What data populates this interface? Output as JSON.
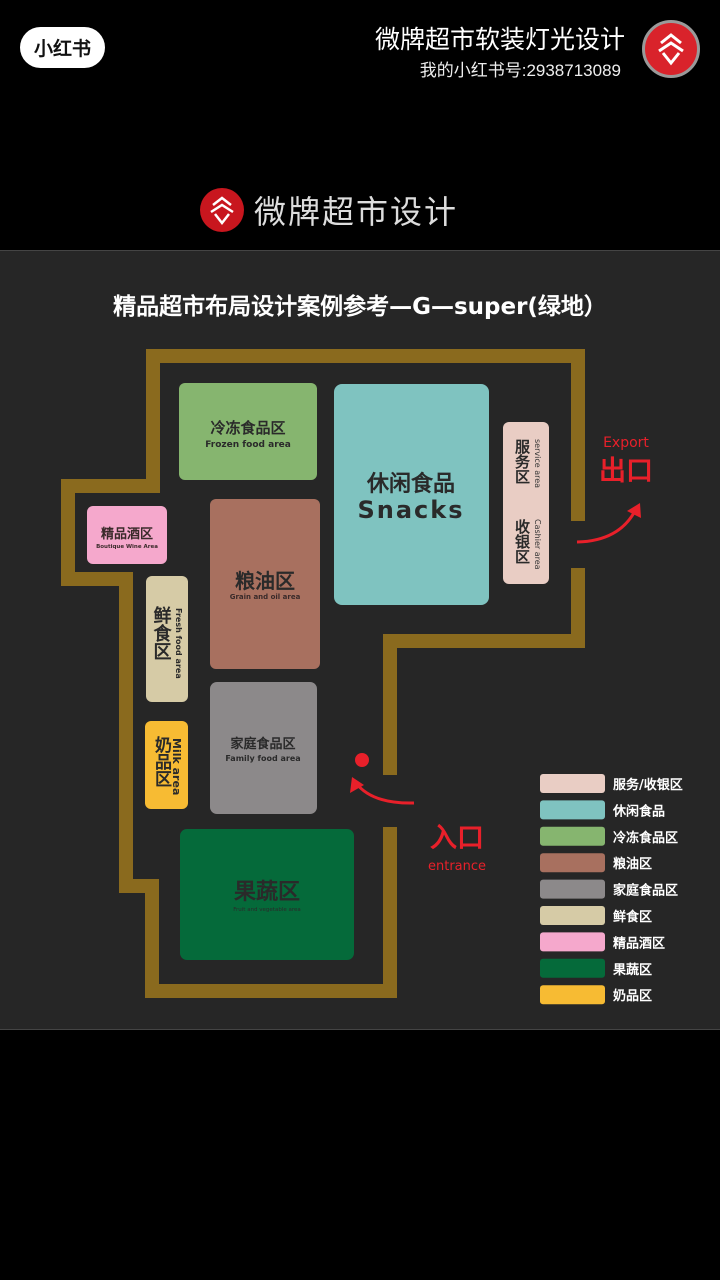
{
  "header": {
    "app_badge": "小红书",
    "title": "微牌超市软装灯光设计",
    "subtitle": "我的小红书号:2938713089",
    "avatar_icon": "weipai-logo-icon"
  },
  "brand": {
    "logo_icon": "weipai-logo-icon",
    "name": "微牌超市设计"
  },
  "plan": {
    "title": "精品超市布局设计案例参考—G—super(绿地）",
    "wall_color": "#8a6a1e",
    "accent_color": "#e8202a",
    "zones": {
      "frozen": {
        "cn": "冷冻食品区",
        "en": "Frozen food area",
        "color": "#86b56f"
      },
      "snacks": {
        "cn": "休闲食品",
        "en": "Snacks",
        "color": "#7fc3c0"
      },
      "service": {
        "cn": "服务区",
        "en": "service area",
        "cn2": "收银区",
        "en2": "Cashier area",
        "color": "#e9cdc4"
      },
      "wine": {
        "cn": "精品酒区",
        "en": "Boutique Wine Area",
        "color": "#f5a8cc"
      },
      "grain": {
        "cn": "粮油区",
        "en": "Grain and oil area",
        "color": "#a8705f"
      },
      "fresh": {
        "cn": "鲜食区",
        "en": "Fresh food area",
        "color": "#d6cba6"
      },
      "milk": {
        "cn": "奶品区",
        "en": "Milk area",
        "color": "#f7bb33"
      },
      "family": {
        "cn": "家庭食品区",
        "en": "Family food area",
        "color": "#8c898a"
      },
      "fruit": {
        "cn": "果蔬区",
        "en": "Fruit and vegetable area",
        "color": "#056a3a"
      }
    },
    "exit": {
      "en": "Export",
      "cn": "出口"
    },
    "entrance": {
      "en": "entrance",
      "cn": "入口"
    },
    "legend": [
      {
        "label": "服务/收银区",
        "color": "#e9cdc4"
      },
      {
        "label": "休闲食品",
        "color": "#7fc3c0"
      },
      {
        "label": "冷冻食品区",
        "color": "#86b56f"
      },
      {
        "label": "粮油区",
        "color": "#a8705f"
      },
      {
        "label": "家庭食品区",
        "color": "#8c898a"
      },
      {
        "label": "鲜食区",
        "color": "#d6cba6"
      },
      {
        "label": "精品酒区",
        "color": "#f5a8cc"
      },
      {
        "label": "果蔬区",
        "color": "#056a3a"
      },
      {
        "label": "奶品区",
        "color": "#f7bb33"
      }
    ]
  }
}
